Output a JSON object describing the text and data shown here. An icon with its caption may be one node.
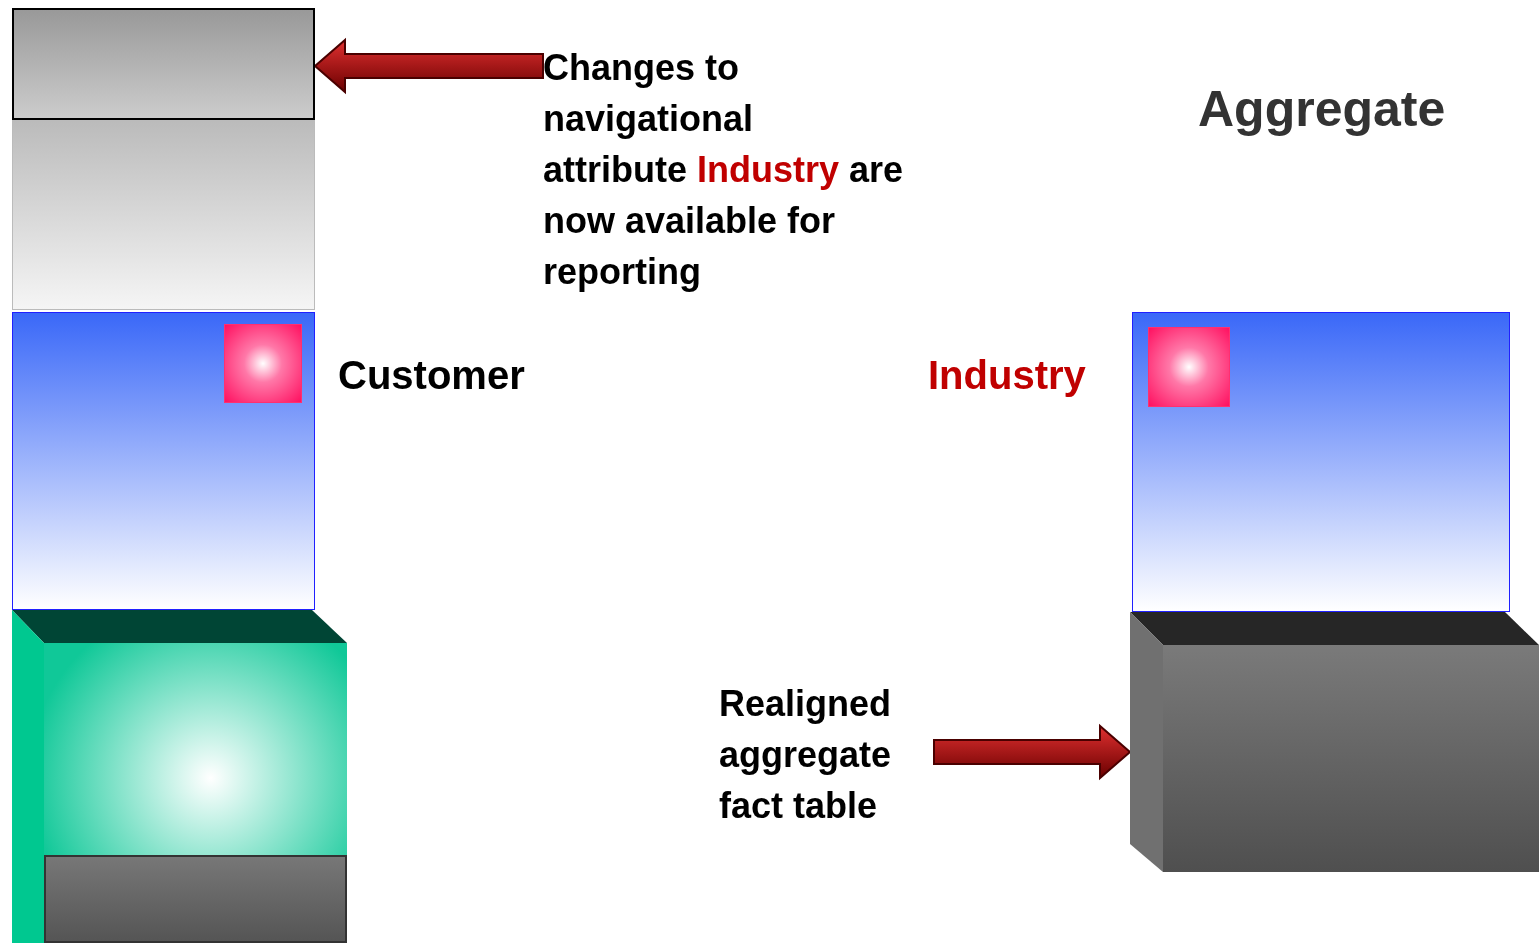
{
  "diagram": {
    "nodes": [
      {
        "text": [],
        "shape": "box"
      },
      {
        "text": [],
        "shape": "box"
      },
      {
        "text": [
          "Changes to navigational attribute *Industry* are now available for reporting"
        ]
      },
      {
        "text": [],
        "shape": "box"
      },
      {
        "text": [],
        "shape": "box",
        "in": 3
      },
      {
        "text": [],
        "shape": "box"
      },
      {
        "text": [],
        "shape": "box",
        "in": 5
      },
      {
        "text": [],
        "shape": "box"
      },
      {
        "text": [],
        "shape": "box",
        "in": 7
      },
      {
        "text": [
          "Realigned aggregate fact table"
        ]
      },
      {
        "text": [],
        "shape": "box"
      }
    ],
    "edges": [
      {
        "from": 2,
        "to": 0,
        "arrow": "to",
        "style": "thick"
      },
      {
        "from": 9,
        "to": 10,
        "arrow": "to",
        "style": "thick"
      }
    ],
    "labels": [
      "Aggregate",
      "Customer",
      "Industry"
    ]
  }
}
